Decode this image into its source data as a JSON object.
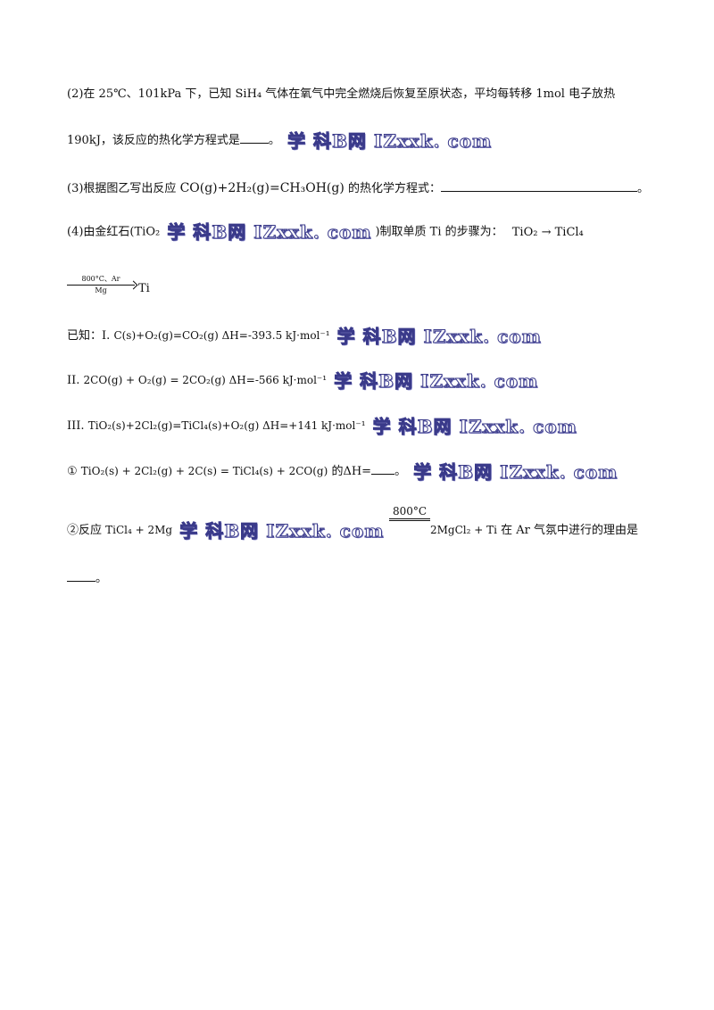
{
  "q2": {
    "line1": "(2)在 25℃、101kPa 下，已知 SiH₄ 气体在氧气中完全燃烧后恢复至原状态，平均每转移 1mol 电子放热",
    "line2_text": "190kJ，该反应的热化学方程式是",
    "line2_end": "。"
  },
  "q3": {
    "prefix": "(3)根据图乙写出反应",
    "equation": "CO(g)+2H₂(g)=CH₃OH(g)",
    "suffix": "的热化学方程式：",
    "end": "。"
  },
  "q4": {
    "prefix": "(4)由金红石(",
    "tio2": "TiO₂",
    "mid": ")制取单质 Ti 的步骤为：",
    "steps": "TiO₂ → TiCl₄",
    "arrow_top": "800°C、Ar",
    "arrow_bottom": "Mg",
    "product": "Ti"
  },
  "known": {
    "label": "已知：",
    "eq1_label": "I.",
    "eq1": "C(s)+O₂(g)=CO₂(g)   ΔH=-393.5 kJ·mol⁻¹",
    "eq2_label": "II.",
    "eq2": "2CO(g) + O₂(g) = 2CO₂(g)   ΔH=-566 kJ·mol⁻¹",
    "eq3_label": "III.",
    "eq3": "TiO₂(s)+2Cl₂(g)=TiCl₄(s)+O₂(g)  ΔH=+141 kJ·mol⁻¹"
  },
  "sub1": {
    "label": "①",
    "equation": "TiO₂(s) + 2Cl₂(g) + 2C(s) = TiCl₄(s) + 2CO(g)",
    "suffix": "的ΔH=",
    "end": "。"
  },
  "sub2": {
    "prefix": "②反应",
    "reactants": "TiCl₄ + 2Mg",
    "condition": "800°C",
    "products": "2MgCl₂ + Ti",
    "suffix": "在 Ar 气氛中进行的理由是",
    "end": "。"
  },
  "watermark": "学科网 ZXXK.COM"
}
